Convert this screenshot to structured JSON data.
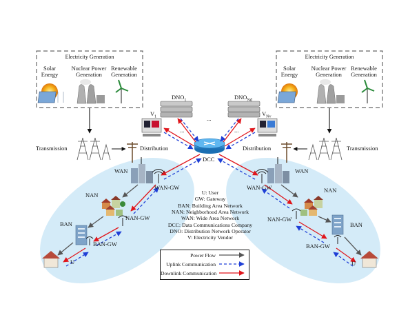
{
  "diagram": {
    "generation": {
      "left": {
        "title": "Electricity Generation",
        "solar": [
          "Solar",
          "Energy"
        ],
        "nuclear": [
          "Nuclear Power",
          "Generation"
        ],
        "renewable": [
          "Renewable",
          "Generation"
        ]
      },
      "right": {
        "title": "Electricity Generation",
        "solar": [
          "Solar",
          "Energy"
        ],
        "nuclear": [
          "Nuclear Power",
          "Generation"
        ],
        "renewable": [
          "Renewable",
          "Generation"
        ]
      }
    },
    "nodes": {
      "transmission_left": "Transmission",
      "transmission_right": "Transmission",
      "distribution_left": "Distribution",
      "distribution_right": "Distribution",
      "dcc": "DCC",
      "dno_1": "DNO",
      "dno_1_sub": "1",
      "dno_nd": "DNO",
      "dno_nd_sub": "Nd",
      "v_1": "V",
      "v_1_sub": "1",
      "v_nv": "V",
      "v_nv_sub": "Nv",
      "ellipsis": "..."
    },
    "left_network": {
      "wan": "WAN",
      "wan_gw": "WAN-GW",
      "nan": "NAN",
      "nan_gw": "NAN-GW",
      "ban": "BAN",
      "ban_gw": "BAN-GW",
      "user": "U"
    },
    "right_network": {
      "wan": "WAN",
      "wan_gw": "WAN-GW",
      "nan": "NAN",
      "nan_gw": "NAN-GW",
      "ban": "BAN",
      "ban_gw": "BAN-GW",
      "user": "U"
    },
    "abbreviations": [
      "U: User",
      "GW: Gateway",
      "BAN: Building Area Network",
      "NAN: Neighborhood Area Network",
      "WAN: Wide Area Network",
      "DCC: Data Communications Company",
      "DNO: Distribution Network Operator",
      "V: Electricity Vendor"
    ],
    "legend": [
      {
        "label": "Power Flow",
        "style": "solid",
        "color": "#555555"
      },
      {
        "label": "Uplink Communication",
        "style": "dashed",
        "color": "#1f3fd6"
      },
      {
        "label": "Downlink Communication",
        "style": "solid",
        "color": "#e0151b"
      }
    ],
    "colors": {
      "ellipse_fill": "#cfe9f7",
      "uplink": "#1f3fd6",
      "downlink": "#e0151b",
      "power": "#555555"
    }
  }
}
